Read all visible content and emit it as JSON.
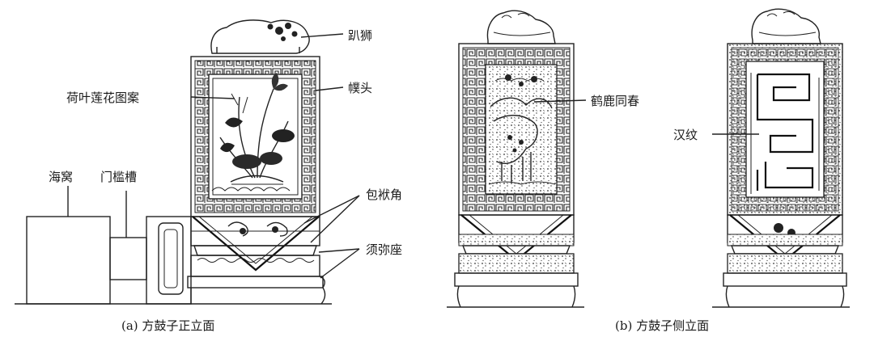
{
  "labels": {
    "pa_shi": "趴狮",
    "he_ye_lian_hua": "荷叶莲花图案",
    "fu_tou": "幞头",
    "hai_wo": "海窝",
    "men_kan_cao": "门槛槽",
    "bao_fu_jiao": "包袱角",
    "xu_mi_zuo": "须弥座",
    "he_lu_tong_chun": "鹤鹿同春",
    "han_wen": "汉纹"
  },
  "captions": {
    "front": "(a) 方鼓子正立面",
    "side": "(b) 方鼓子侧立面"
  }
}
